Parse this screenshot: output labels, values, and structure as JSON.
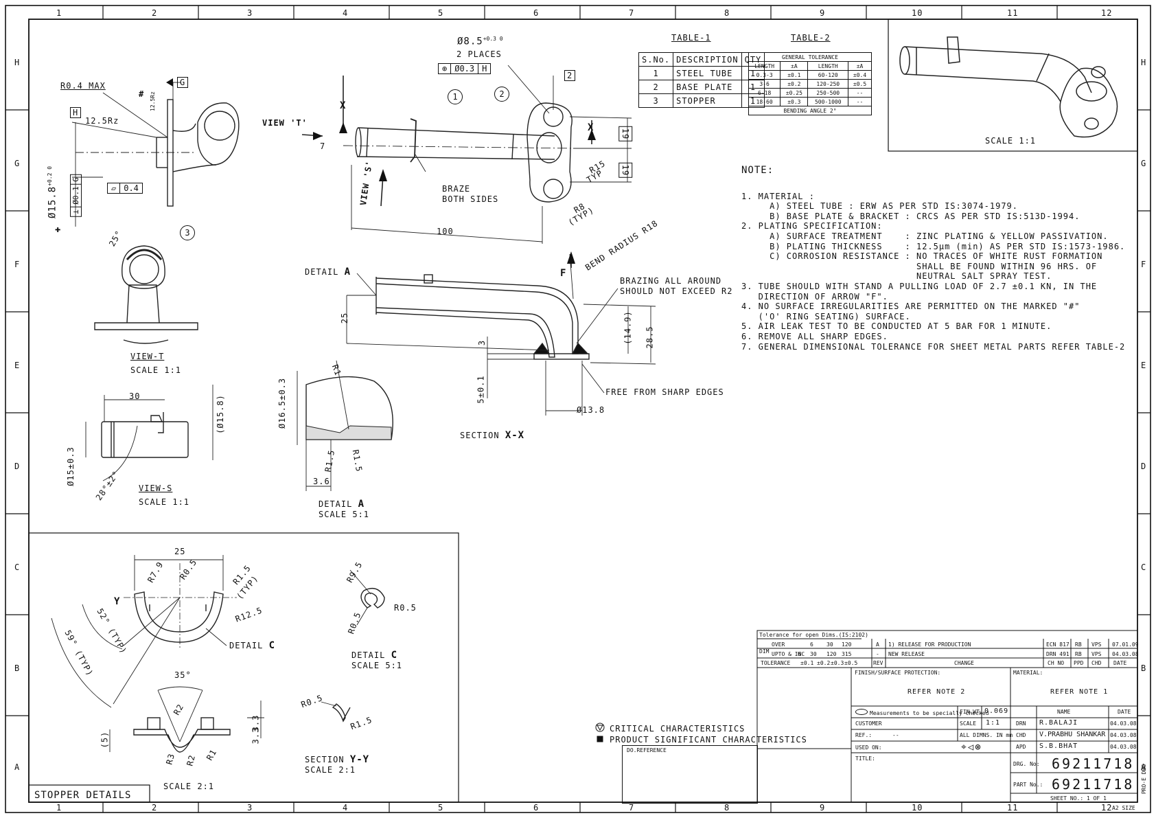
{
  "frame": {
    "col_numbers": [
      "1",
      "2",
      "3",
      "4",
      "5",
      "6",
      "7",
      "8",
      "9",
      "10",
      "11",
      "12"
    ],
    "row_letters": [
      "H",
      "G",
      "F",
      "E",
      "D",
      "C",
      "B",
      "A"
    ],
    "side_tag": "PRO-E DRG",
    "size_tag": "A2 SIZE"
  },
  "table1": {
    "title": "TABLE-1",
    "headers": [
      "S.No.",
      "DESCRIPTION",
      "QTY"
    ],
    "rows": [
      [
        "1",
        "STEEL TUBE",
        "1"
      ],
      [
        "2",
        "BASE PLATE",
        "1"
      ],
      [
        "3",
        "STOPPER",
        "1"
      ]
    ]
  },
  "table2": {
    "title": "TABLE-2",
    "caption": "GENERAL TOLERANCE",
    "headers": [
      "LENGTH",
      "±A",
      "LENGTH",
      "±A"
    ],
    "rows": [
      [
        "0.3-3",
        "±0.1",
        "60-120",
        "±0.4"
      ],
      [
        "3-6",
        "±0.2",
        "120-250",
        "±0.5"
      ],
      [
        "6-18",
        "±0.25",
        "250-500",
        "--"
      ],
      [
        "18-60",
        "±0.3",
        "500-1000",
        "--"
      ]
    ],
    "footer": "BENDING ANGLE 2°"
  },
  "notes": {
    "heading": "NOTE:",
    "lines": [
      "1. MATERIAL :",
      "     A) STEEL TUBE : ERW AS PER STD IS:3074-1979.",
      "     B) BASE PLATE & BRACKET : CRCS AS PER STD IS:513D-1994.",
      "2. PLATING SPECIFICATION:",
      "     A) SURFACE TREATMENT    : ZINC PLATING & YELLOW PASSIVATION.",
      "     B) PLATING THICKNESS    : 12.5µm (min) AS PER STD IS:1573-1986.",
      "     C) CORROSION RESISTANCE : NO TRACES OF WHITE RUST FORMATION",
      "                               SHALL BE FOUND WITHIN 96 HRS. OF",
      "                               NEUTRAL SALT SPRAY TEST.",
      "3. TUBE SHOULD WITH STAND A PULLING LOAD OF 2.7 ±0.1 KN, IN THE",
      "   DIRECTION OF ARROW \"F\".",
      "4. NO SURFACE IRREGULARITIES ARE PERMITTED ON THE MARKED \"#\"",
      "   ('O' RING SEATING) SURFACE.",
      "5. AIR LEAK TEST TO BE CONDUCTED AT 5 BAR FOR 1 MINUTE.",
      "6. REMOVE ALL SHARP EDGES.",
      "7. GENERAL DIMENSIONAL TOLERANCE FOR SHEET METAL PARTS REFER TABLE-2"
    ]
  },
  "iso_view": {
    "scale": "SCALE 1:1"
  },
  "main_view": {
    "hole_dim": "Ø8.5",
    "hole_tol": "+0.3 0",
    "places": "2 PLACES",
    "pos_tol": "Ø0.3",
    "datum_h": "H",
    "balloon_1": "1",
    "balloon_2": "2",
    "box_2": "2",
    "view_t": "VIEW 'T'",
    "view_s": "VIEW 'S'",
    "x_mark": "X",
    "dim_7": "7",
    "dim_19a": "19",
    "dim_19b": "19",
    "r15": "R15",
    "typ": "TYP",
    "r8": "R8",
    "r8_typ": "(TYP)",
    "braze_1": "BRAZE",
    "braze_2": "BOTH SIDES",
    "dim_100": "100"
  },
  "left_view": {
    "r04": "R0.4 MAX",
    "rz": "12.5Rz",
    "rz_small": "12.5Rz",
    "hash": "#",
    "datum_g": "G",
    "datum_h": "H",
    "flat": "0.4",
    "dia": "Ø15.8",
    "dia_tol": "+0.2 0",
    "runout": "Ø0.1",
    "runout_datum": "G",
    "perp": "⊥"
  },
  "view_t": {
    "angle": "25°",
    "balloon": "3",
    "label": "VIEW-T",
    "scale": "SCALE 1:1"
  },
  "view_s": {
    "d30": "30",
    "d158": "(Ø15.8)",
    "d15": "Ø15±0.3",
    "ang": "28°±2°",
    "label": "VIEW-S",
    "scale": "SCALE 1:1"
  },
  "section_xx": {
    "detail": "DETAIL",
    "detail_a": "A",
    "f": "F",
    "bend": "BEND RADIUS R18",
    "braze_1": "BRAZING ALL AROUND",
    "braze_2": "SHOULD NOT EXCEED R2",
    "d25": "25",
    "d149": "(14.9)",
    "d285": "28.5",
    "d3": "3",
    "d5": "5±0.1",
    "d138": "Ø13.8",
    "free": "FREE FROM SHARP EDGES",
    "label": "SECTION",
    "label_x": "X-X"
  },
  "detail_a": {
    "d165": "Ø16.5±0.3",
    "r1": "R1",
    "r15a": "R1.5",
    "r15b": "R1.5",
    "d36": "3.6",
    "label": "DETAIL",
    "label_a": "A",
    "scale": "SCALE 5:1"
  },
  "stopper": {
    "title": "STOPPER DETAILS",
    "d25": "25",
    "r79": "R7.9",
    "r05": "R0.5",
    "typ": "(TYP)",
    "r15": "R1.5",
    "r125": "R12.5",
    "a52": "52° (TYP)",
    "a59": "59° (TYP)",
    "y": "Y",
    "detail_c": "DETAIL",
    "c": "C",
    "a35": "35°",
    "r2": "R2",
    "r3": "R3",
    "r1": "R1",
    "d5": "(5)",
    "d33a": "3.3",
    "d33b": "3.3",
    "scale21": "SCALE 2:1",
    "dc_r95": "R9.5",
    "dc_r05a": "R0.5",
    "dc_r05b": "R0.5",
    "dc_label": "DETAIL",
    "dc_scale": "SCALE 5:1",
    "yy_r05": "R0.5",
    "yy_r15": "R1.5",
    "yy_label": "SECTION",
    "yy": "Y-Y",
    "yy_scale": "SCALE 2:1"
  },
  "legend": {
    "critical": "CRITICAL CHARACTERISTICS",
    "product": "PRODUCT SIGNIFICANT CHARACTERISTICS"
  },
  "title_block": {
    "tol_head": "Tolerance for open Dims.(IS:2102)",
    "dim": "DIM",
    "over": "OVER",
    "upto": "UPTO & INC",
    "tolerance": "TOLERANCE",
    "t_vals": [
      "6",
      "30",
      "120"
    ],
    "t_vals2": [
      "6",
      "30",
      "120",
      "315"
    ],
    "t_vals3": [
      "±0.1",
      "±0.2",
      "±0.3",
      "±0.5"
    ],
    "rev_rows": [
      [
        "A",
        "1) RELEASE FOR PRODUCTION",
        "ECN 817",
        "RB",
        "VPS",
        "07.01.09"
      ],
      [
        "-",
        "NEW RELEASE",
        "DRN 491",
        "RB",
        "VPS",
        "04.03.08"
      ]
    ],
    "rev_head": [
      "REV",
      "CHANGE",
      "CH NO",
      "PPD",
      "CHD",
      "DATE"
    ],
    "finish_label": "FINISH/SURFACE PROTECTION:",
    "finish_val": "REFER NOTE 2",
    "material_label": "MATERIAL:",
    "material_val": "REFER NOTE 1",
    "measure": "Measurements to be specially checked",
    "fin_wt": "FIN.WT.",
    "fin_wt_val": "0.069",
    "customer": "CUSTOMER",
    "scale": "SCALE",
    "scale_val": "1:1",
    "ref": "REF.:",
    "ref_val": "--",
    "dimns": "ALL DIMNS. IN mm",
    "used_on": "USED ON:",
    "title": "TITLE:",
    "do_ref": "DO.REFERENCE",
    "name_head": "NAME",
    "date_head": "DATE",
    "signers": [
      [
        "DRN",
        "R.BALAJI",
        "04.03.08"
      ],
      [
        "CHD",
        "V.PRABHU SHANKAR",
        "04.03.08"
      ],
      [
        "APD",
        "S.B.BHAT",
        "04.03.08"
      ]
    ],
    "drg_no_label": "DRG. No:",
    "drg_no": "69211718",
    "part_no_label": "PART No.:",
    "part_no": "69211718",
    "sheet": "SHEET NO.: 1 OF 1"
  }
}
